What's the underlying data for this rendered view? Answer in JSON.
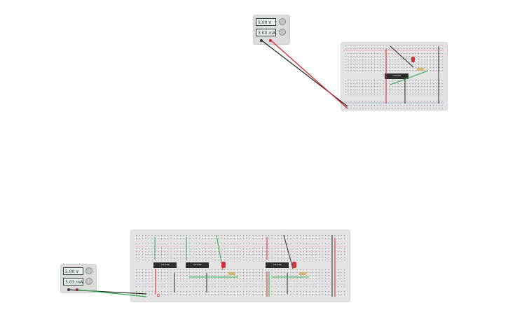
{
  "supply_top": {
    "voltage": "5.00 V",
    "current": "3.00 mA"
  },
  "supply_bottom": {
    "voltage": "5.00 V",
    "current": "3.03 mA"
  },
  "chips": {
    "top": "74HC86",
    "bottom_1": "74HC86",
    "bottom_2": "74HC86",
    "bottom_3": "74HC86"
  },
  "colors": {
    "wire_red": "#d9262b",
    "wire_black": "#2b2b2b",
    "wire_green": "#2fa84f",
    "led_red": "#d8313a",
    "resistor": "#d8b26a",
    "board": "#e3e3e3"
  }
}
